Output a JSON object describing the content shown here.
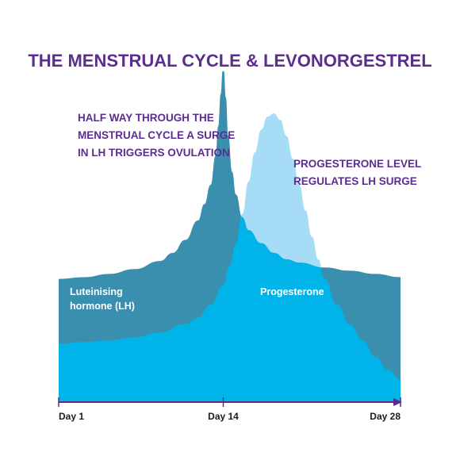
{
  "chart_data": {
    "type": "area",
    "title": "THE MENSTRUAL CYCLE & LEVONORGESTREL",
    "xlabel": "",
    "ylabel": "",
    "x_ticks": [
      {
        "day": 1,
        "label": "Day 1"
      },
      {
        "day": 14,
        "label": "Day 14"
      },
      {
        "day": 28,
        "label": "Day 28"
      }
    ],
    "xlim": [
      1,
      28
    ],
    "ylim": [
      0,
      100
    ],
    "grid": false,
    "series": [
      {
        "name": "Luteinising hormone (LH)",
        "color": "#3a8eae",
        "points": [
          [
            1,
            38
          ],
          [
            3,
            38.5
          ],
          [
            5,
            39.5
          ],
          [
            7,
            41
          ],
          [
            9,
            43.5
          ],
          [
            10,
            46
          ],
          [
            11,
            50
          ],
          [
            12,
            56
          ],
          [
            12.5,
            61
          ],
          [
            13,
            67
          ],
          [
            13.4,
            76
          ],
          [
            13.6,
            85
          ],
          [
            13.8,
            95
          ],
          [
            13.95,
            102
          ],
          [
            14.05,
            102
          ],
          [
            14.2,
            94
          ],
          [
            14.4,
            82
          ],
          [
            14.7,
            71
          ],
          [
            15,
            64
          ],
          [
            15.5,
            57
          ],
          [
            16,
            53
          ],
          [
            17,
            49
          ],
          [
            18,
            46
          ],
          [
            19,
            44
          ],
          [
            20,
            43
          ],
          [
            22,
            41.5
          ],
          [
            24,
            40.5
          ],
          [
            26,
            39.5
          ],
          [
            28,
            38.5
          ]
        ]
      },
      {
        "name": "Progesterone",
        "color": "#00b4ea",
        "points": [
          [
            1,
            18
          ],
          [
            3,
            18.5
          ],
          [
            5,
            19
          ],
          [
            7,
            20
          ],
          [
            9,
            21.5
          ],
          [
            11,
            24
          ],
          [
            12,
            26
          ],
          [
            13,
            30
          ],
          [
            14,
            36
          ],
          [
            14.5,
            42
          ],
          [
            15,
            49
          ],
          [
            15.5,
            58
          ],
          [
            16,
            68
          ],
          [
            16.5,
            77
          ],
          [
            17,
            84
          ],
          [
            17.5,
            88
          ],
          [
            18,
            89
          ],
          [
            18.5,
            87
          ],
          [
            19,
            82
          ],
          [
            19.5,
            75
          ],
          [
            20,
            67
          ],
          [
            20.5,
            59
          ],
          [
            21,
            51
          ],
          [
            21.5,
            44
          ],
          [
            22,
            38
          ],
          [
            23,
            30
          ],
          [
            24,
            24
          ],
          [
            25,
            19
          ],
          [
            26,
            14
          ],
          [
            27,
            10
          ],
          [
            28,
            7
          ]
        ]
      }
    ],
    "annotations": [
      {
        "lines": [
          "HALF WAY THROUGH THE",
          "MENSTRUAL CYCLE A SURGE",
          "IN LH TRIGGERS OVULATION"
        ]
      },
      {
        "lines": [
          "PROGESTERONE LEVEL",
          "REGULATES LH SURGE"
        ]
      }
    ],
    "series_labels": [
      {
        "lines": [
          "Luteinising",
          "hormone (LH)"
        ]
      },
      {
        "lines": [
          "Progesterone"
        ]
      }
    ],
    "colors": {
      "title": "#5b2d8e",
      "axis": "#5b2d8e",
      "lh": "#3a8eae",
      "progesterone": "#00b4ea",
      "progesterone_highlight": "#a6dcf5"
    }
  }
}
